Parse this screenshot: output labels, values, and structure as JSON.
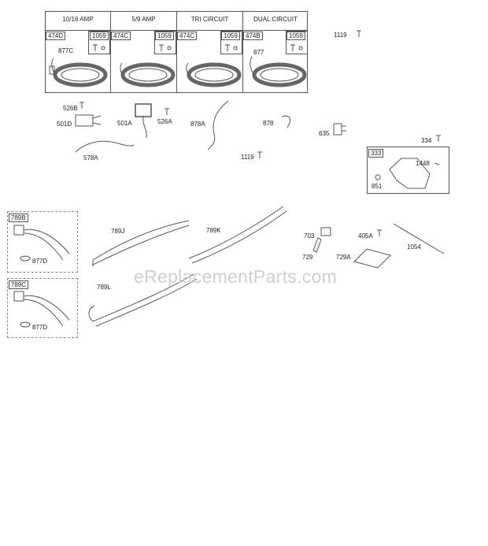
{
  "stator_table": {
    "columns": [
      {
        "header": "10/16 AMP",
        "part": "474D",
        "fastener": "1059",
        "plug": "877C"
      },
      {
        "header": "5/9 AMP",
        "part": "474C",
        "fastener": "1059",
        "plug": ""
      },
      {
        "header": "TRI CIRCUIT",
        "part": "474C",
        "fastener": "1059",
        "plug": ""
      },
      {
        "header": "DUAL CIRCUIT",
        "part": "474B",
        "fastener": "1059",
        "plug": "877"
      }
    ]
  },
  "parts": {
    "p1119a": "1119",
    "p526b": "526B",
    "p501d": "501D",
    "p501a": "501A",
    "p526a": "526A",
    "p878a": "878A",
    "p878": "878",
    "p635": "635",
    "p334": "334",
    "p578a": "578A",
    "p1119b": "1119",
    "p333": "333",
    "p1448": "1448",
    "p851": "851",
    "p789b": "789B",
    "p877d1": "877D",
    "p789c": "789C",
    "p877d2": "877D",
    "p789j": "789J",
    "p789k": "789K",
    "p789l": "789L",
    "p703": "703",
    "p405a": "405A",
    "p1054": "1054",
    "p729": "729",
    "p729a": "729A"
  },
  "watermark": "eReplacementParts.com"
}
